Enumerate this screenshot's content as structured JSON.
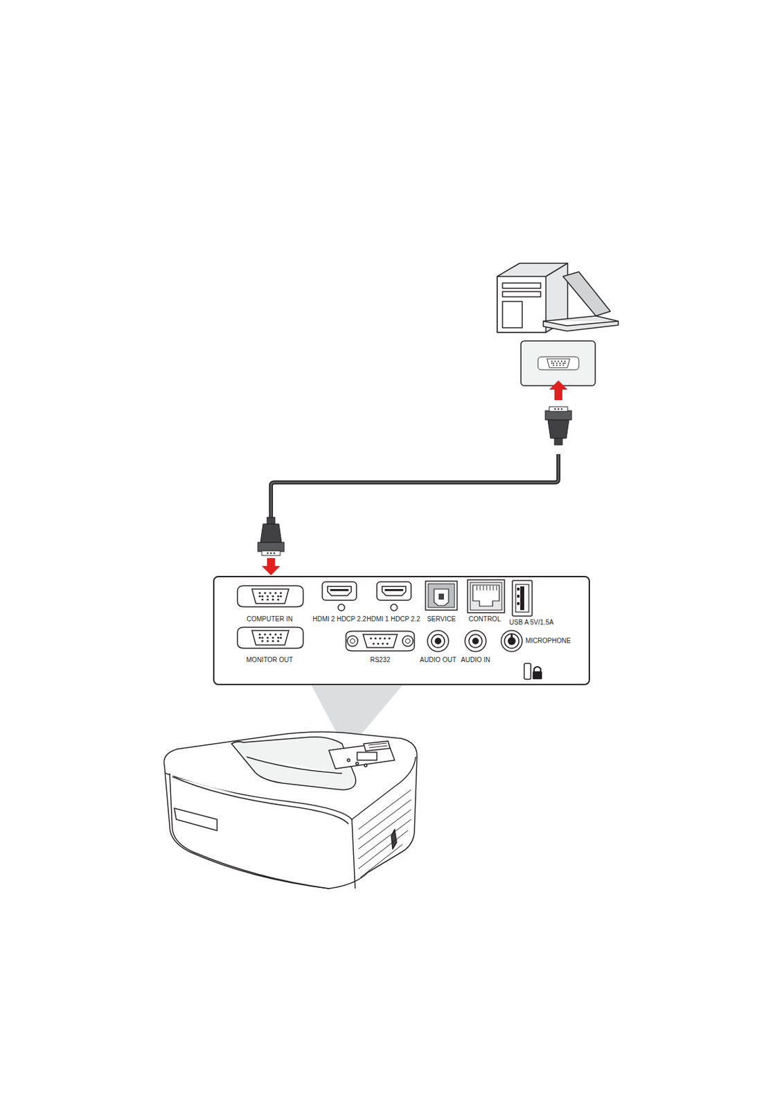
{
  "diagram": {
    "labels": [
      "COMPUTER IN",
      "HDMI 2 HDCP 2.2",
      "HDMI 1 HDCP 2.2",
      "SERVICE",
      "CONTROL",
      "USB A 5V/1.5A",
      "MONITOR OUT",
      "RS232",
      "AUDIO OUT",
      "AUDIO IN",
      "MICROPHONE"
    ]
  }
}
